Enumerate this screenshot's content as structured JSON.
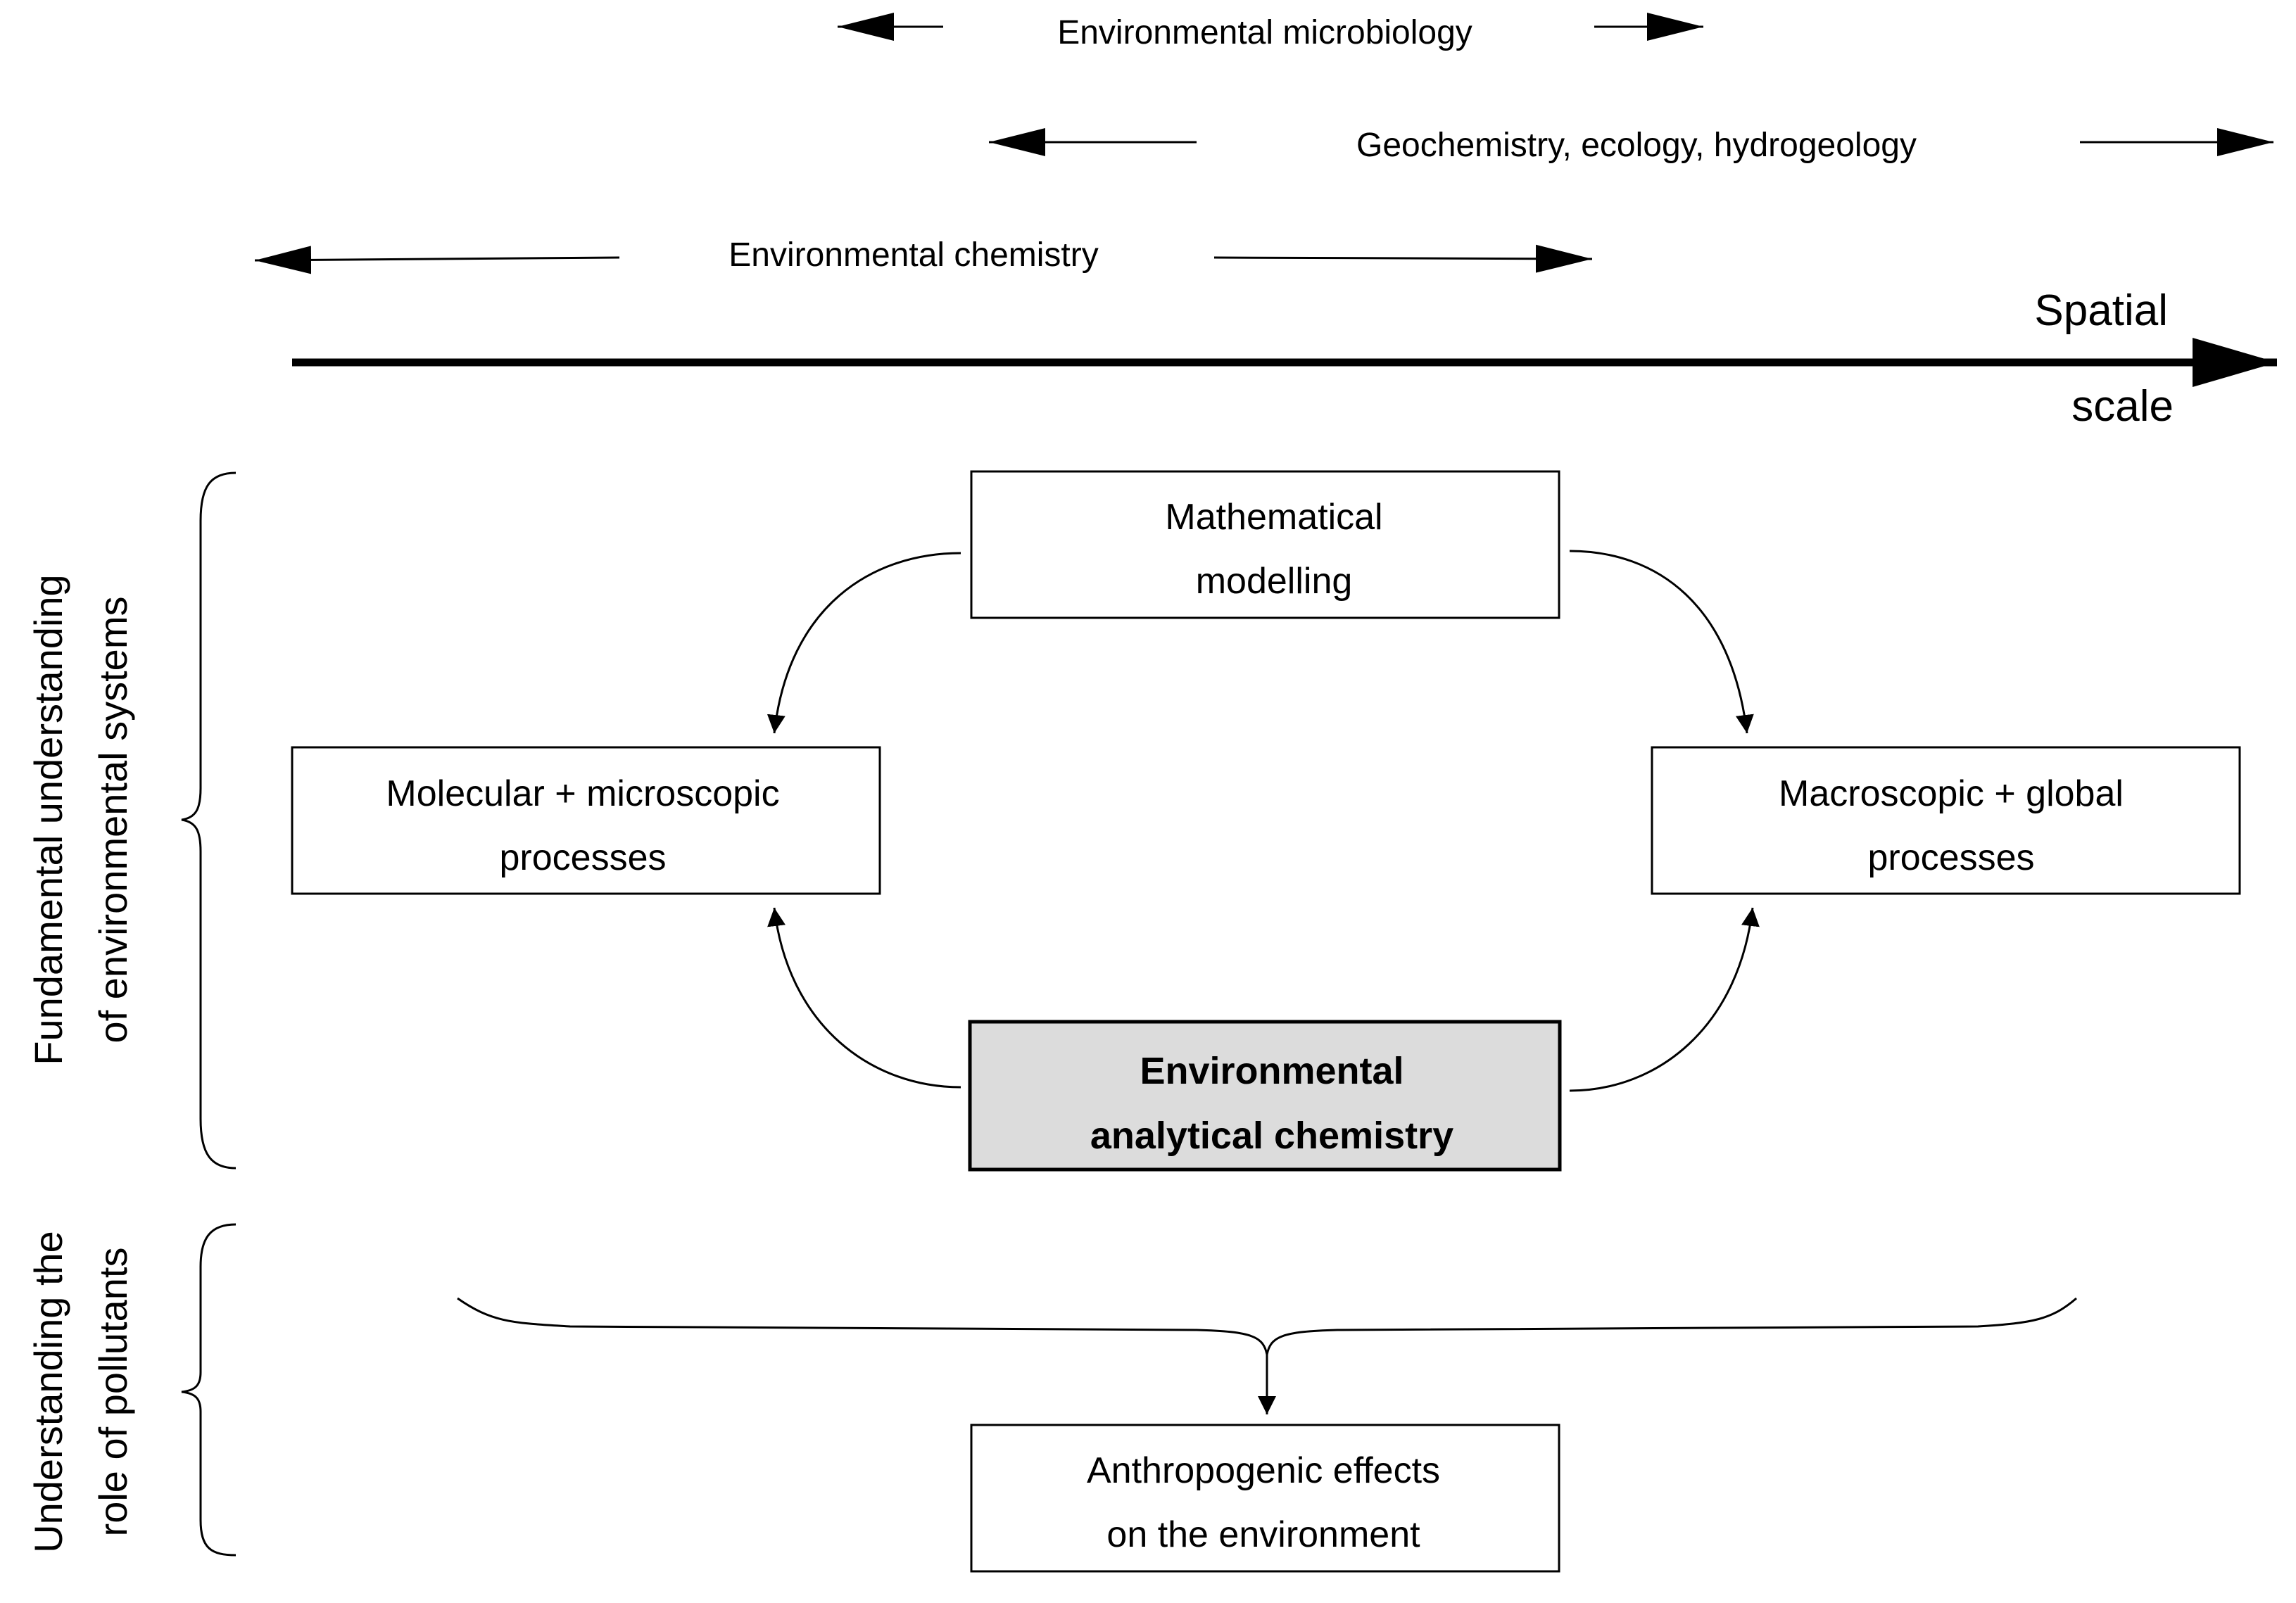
{
  "scale_ranges": {
    "microbiology": "Environmental microbiology",
    "geochemistry": "Geochemistry, ecology, hydrogeology",
    "chemistry": "Environmental chemistry"
  },
  "axis": {
    "line1": "Spatial",
    "line2": "scale"
  },
  "boxes": {
    "modelling": {
      "line1": "Mathematical",
      "line2": "modelling"
    },
    "molecular": {
      "line1": "Molecular + microscopic",
      "line2": "processes"
    },
    "macroscopic": {
      "line1": "Macroscopic + global",
      "line2": "processes"
    },
    "analytical": {
      "line1": "Environmental",
      "line2": "analytical chemistry"
    },
    "anthropogenic": {
      "line1": "Anthropogenic effects",
      "line2": "on the environment"
    }
  },
  "side_labels": {
    "fundamental": {
      "line1": "Fundamental understanding",
      "line2": "of environmental systems"
    },
    "pollutants": {
      "line1": "Understanding the",
      "line2": "role of pollutants"
    }
  },
  "colors": {
    "highlight_fill": "#dcdcdc",
    "stroke": "#000000"
  }
}
